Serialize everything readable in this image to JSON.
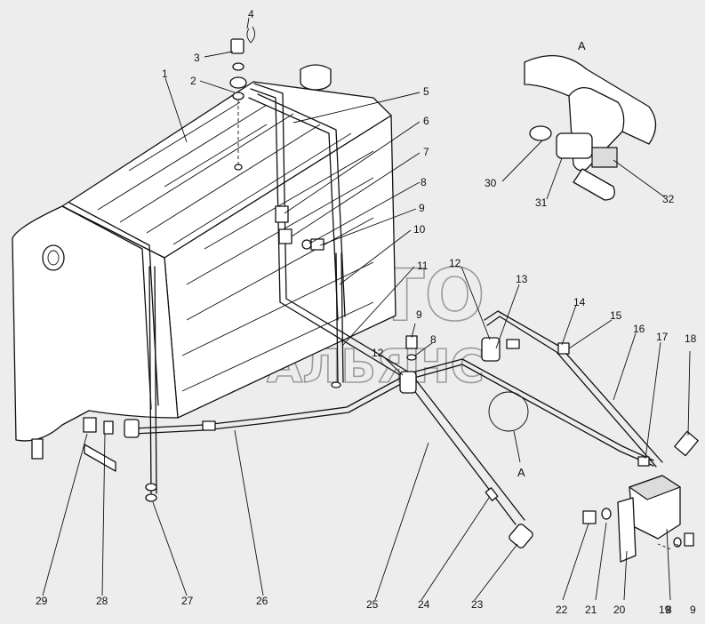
{
  "view_letter": "А",
  "detail_view_letter": "А",
  "watermark": {
    "line1": "АВТО",
    "line2": "АЛЬЯНС"
  },
  "callouts": [
    "1",
    "2",
    "3",
    "4",
    "5",
    "6",
    "7",
    "8",
    "9",
    "10",
    "11",
    "12",
    "13",
    "14",
    "15",
    "16",
    "17",
    "18",
    "19",
    "20",
    "21",
    "22",
    "23",
    "24",
    "25",
    "26",
    "27",
    "28",
    "29",
    "30",
    "31",
    "32",
    "9",
    "8",
    "12",
    "9",
    "8",
    "12"
  ]
}
